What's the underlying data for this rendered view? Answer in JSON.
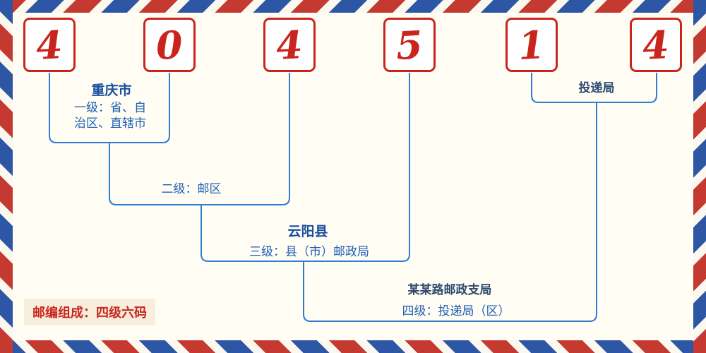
{
  "postal_code": {
    "digits": [
      "4",
      "0",
      "4",
      "5",
      "1",
      "4"
    ]
  },
  "levels": {
    "level1": {
      "name": "重庆市",
      "label": "一级：省、自治区、直辖市"
    },
    "level2": {
      "label": "二级：邮区"
    },
    "level3": {
      "name": "云阳县",
      "label": "三级：县（市）邮政局"
    },
    "level4": {
      "name": "某某路邮政支局",
      "label": "四级：投递局（区）"
    },
    "delivery": {
      "name": "投递局"
    }
  },
  "footer": {
    "note": "邮编组成：四级六码"
  },
  "colors": {
    "digit_red": "#c9251d",
    "connector_blue": "#2e7dd1",
    "label_blue": "#2160b4",
    "name_blue": "#1a4f9e",
    "border_red": "#c43a31",
    "border_blue": "#2d56a5",
    "background": "#fffdf4"
  }
}
